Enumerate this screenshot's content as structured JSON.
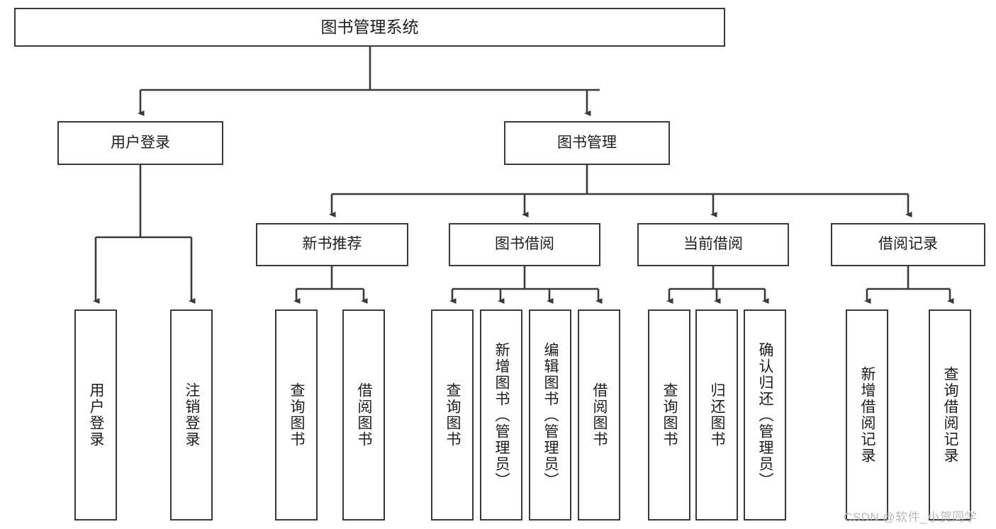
{
  "diagram": {
    "title": "图书管理系统",
    "type": "tree-hierarchy",
    "root": {
      "label": "图书管理系统"
    },
    "level1": [
      {
        "label": "用户登录"
      },
      {
        "label": "图书管理"
      }
    ],
    "level2": [
      {
        "label": "新书推荐"
      },
      {
        "label": "图书借阅"
      },
      {
        "label": "当前借阅"
      },
      {
        "label": "借阅记录"
      }
    ],
    "leaves": {
      "user_login": [
        {
          "label": "用户登录"
        },
        {
          "label": "注销登录"
        }
      ],
      "new_book_recommend": [
        {
          "label": "查询图书"
        },
        {
          "label": "借阅图书"
        }
      ],
      "book_borrow": [
        {
          "label": "查询图书"
        },
        {
          "label": "新增图书（管理员）"
        },
        {
          "label": "编辑图书（管理员）"
        },
        {
          "label": "借阅图书"
        }
      ],
      "current_borrow": [
        {
          "label": "查询图书"
        },
        {
          "label": "归还图书"
        },
        {
          "label": "确认归还（管理员）"
        }
      ],
      "borrow_record": [
        {
          "label": "新增借阅记录"
        },
        {
          "label": "查询借阅记录"
        }
      ]
    }
  },
  "watermark": {
    "text": "CSDN @软件_小贺同学"
  },
  "colors": {
    "stroke": "#3a3a3a",
    "text": "#1d1d1d",
    "background": "#ffffff",
    "watermark": "#b9b9b9"
  }
}
